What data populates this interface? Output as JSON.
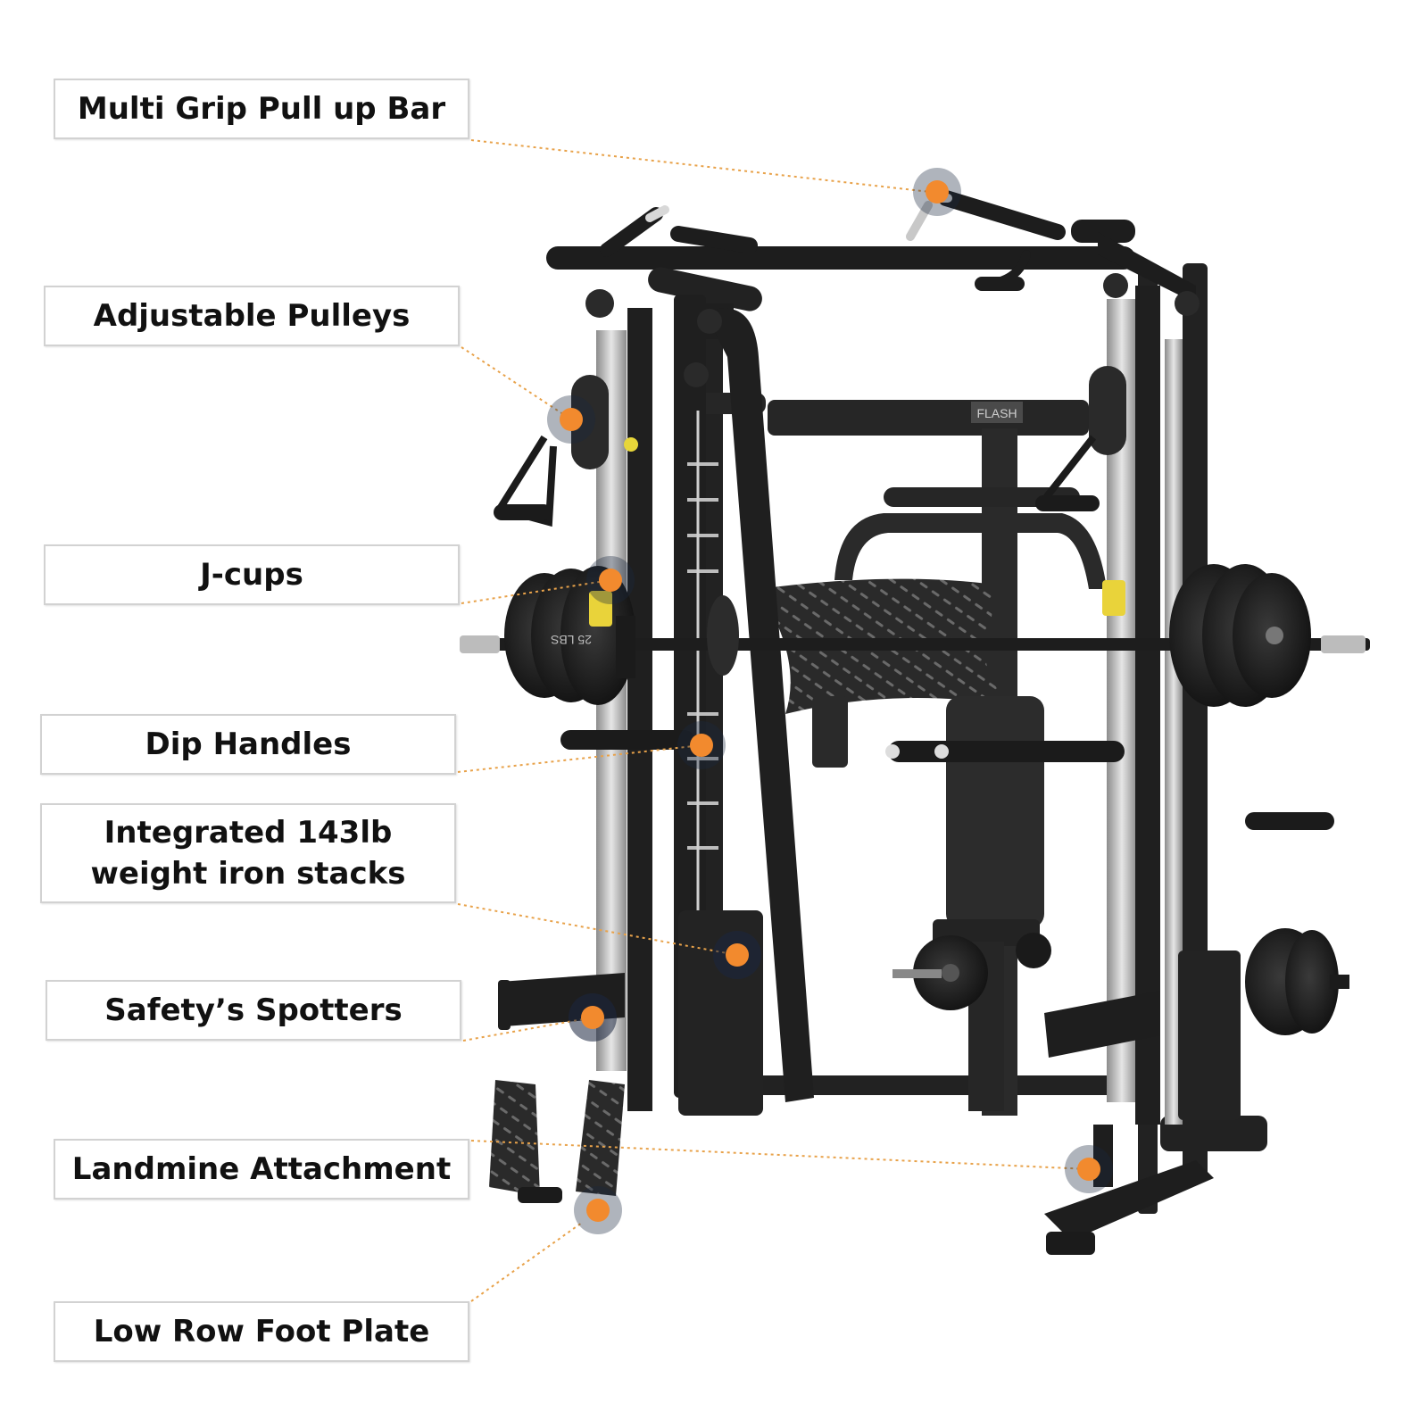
{
  "callouts": {
    "pull_up_bar": "Multi Grip Pull up Bar",
    "pulleys": "Adjustable Pulleys",
    "j_cups": "J-cups",
    "dip_handles": "Dip Handles",
    "iron_stacks_line1": "Integrated 143lb",
    "iron_stacks_line2": "weight iron stacks",
    "spotters": "Safety’s Spotters",
    "landmine": "Landmine Attachment",
    "foot_plate": "Low Row Foot Plate"
  },
  "machine": {
    "brand_plate": "FLASH",
    "plate_weight_text": "25 LBS"
  },
  "colors": {
    "marker": "#f28a2e",
    "marker_halo": "#1b2740",
    "leader": "#e8a24a",
    "frame": "#1f1f1f",
    "rail": "#b9b9b9"
  }
}
